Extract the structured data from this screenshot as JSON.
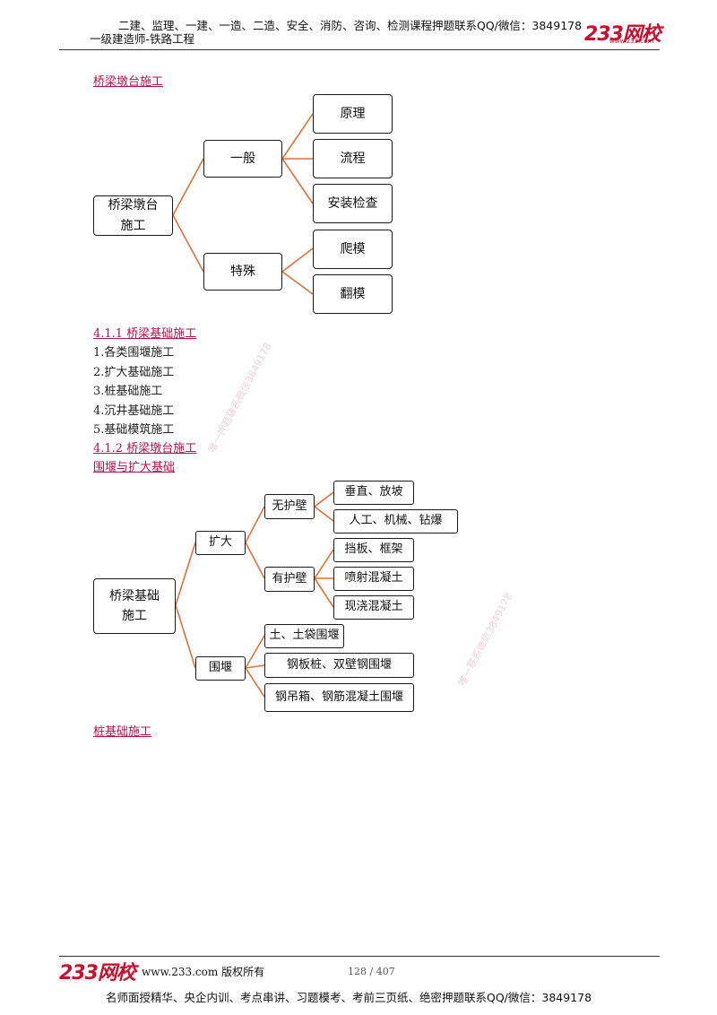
{
  "header": {
    "top_line": "二建、监理、一建、一造、二造、安全、消防、咨询、检测课程押题联系QQ/微信：3849178",
    "subtitle": "一级建造师-铁路工程",
    "logo_text": "233网校",
    "logo_url": "www.233.com"
  },
  "section1": {
    "heading": "桥梁墩台施工",
    "diagram": {
      "root": "桥梁墩台\n施工",
      "general": "一般",
      "special": "特殊",
      "general_children": [
        "原理",
        "流程",
        "安装检查"
      ],
      "special_children": [
        "爬模",
        "翻模"
      ]
    }
  },
  "section2": {
    "heading": "4.1.1 桥梁基础施工",
    "items": [
      "1.各类围堰施工",
      "2.扩大基础施工",
      "3.桩基础施工",
      "4.沉井基础施工",
      "5.基础模筑施工"
    ]
  },
  "section3": {
    "heading": "4.1.2 桥梁墩台施工",
    "subheading": "围堰与扩大基础",
    "diagram": {
      "root": "桥梁基础\n施工",
      "expand": "扩大",
      "cofferdam": "围堰",
      "no_wall": "无护壁",
      "with_wall": "有护壁",
      "no_wall_children": [
        "垂直、放坡",
        "人工、机械、钻爆"
      ],
      "with_wall_children": [
        "挡板、框架",
        "喷射混凝土",
        "现浇混凝土"
      ],
      "cofferdam_children": [
        "土、土袋围堰",
        "钢板桩、双壁钢围堰",
        "钢吊箱、钢筋混凝土围堰"
      ]
    }
  },
  "section4": {
    "heading": "桩基础施工"
  },
  "watermarks": [
    "唯一押题联系微信3849178",
    "唯一联系微信3849178"
  ],
  "footer": {
    "logo_text": "233网校",
    "url_text": "www.233.com 版权所有",
    "page_indicator": "128 / 407",
    "bottom_line": "名师面授精华、央企内训、考点串讲、习题模考、考前三页纸、绝密押题联系QQ/微信：3849178"
  },
  "colors": {
    "brand": "#c8102e",
    "link": "#b0144a",
    "connector": "#e0703a"
  }
}
